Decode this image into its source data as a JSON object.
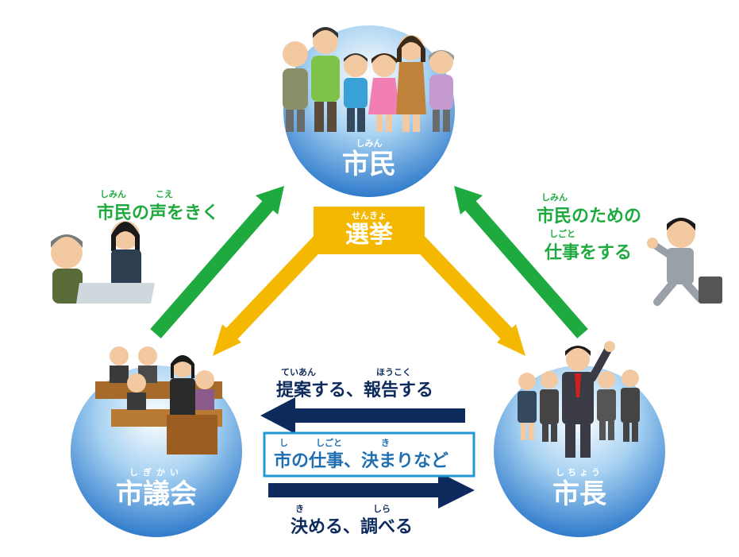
{
  "nodes": {
    "citizens": {
      "label": "市民",
      "ruby": "しみん"
    },
    "council": {
      "label": "市議会",
      "ruby": "しぎかい"
    },
    "mayor": {
      "label": "市長",
      "ruby": "しちょう"
    }
  },
  "election": {
    "label": "選挙",
    "ruby": "せんきょ"
  },
  "left_arrow": {
    "label": "市民の声をきく",
    "ruby_1": "しみん",
    "ruby_2": "こえ"
  },
  "right_arrow": {
    "line1": "市民のための",
    "line2": "仕事をする",
    "ruby_1": "しみん",
    "ruby_2": "しごと"
  },
  "report": {
    "label": "提案する、報告する",
    "ruby_1": "ていあん",
    "ruby_2": "ほうこく"
  },
  "business": {
    "label": "市の仕事、決まりなど",
    "ruby_1": "し",
    "ruby_2": "しごと",
    "ruby_3": "き"
  },
  "decide": {
    "label": "決める、調べる",
    "ruby_1": "き",
    "ruby_2": "しら"
  },
  "colors": {
    "green": "#1faa3f",
    "yellow": "#f5b800",
    "navy": "#0d2a5c",
    "blue": "#1f6fb0"
  }
}
